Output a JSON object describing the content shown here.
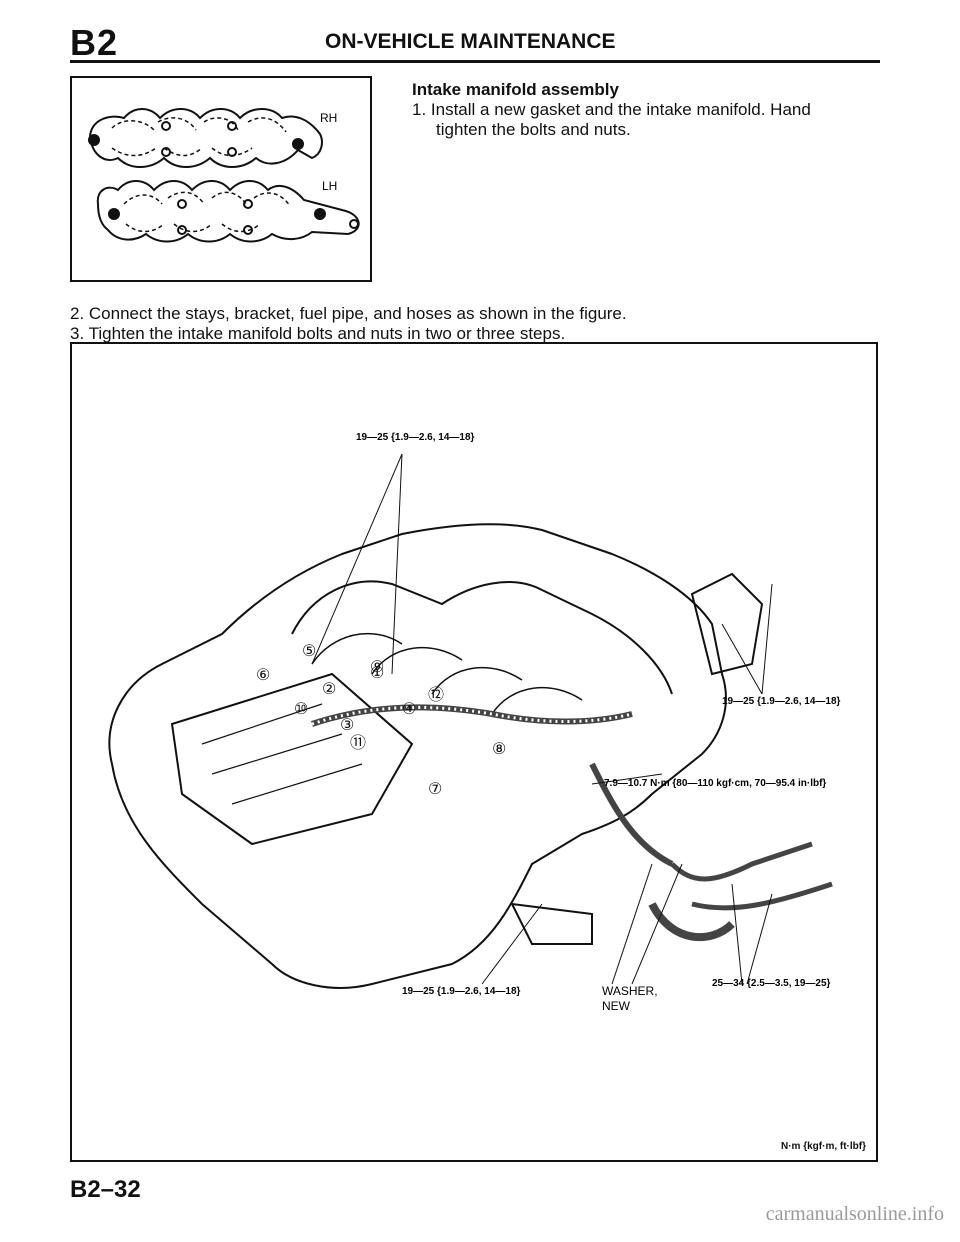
{
  "header": {
    "section_code": "B2",
    "title": "ON-VEHICLE MAINTENANCE"
  },
  "gasket_figure": {
    "label_rh": "RH",
    "label_lh": "LH"
  },
  "intake": {
    "heading": "Intake manifold assembly",
    "step1": "1. Install a new gasket and the intake manifold. Hand tighten the bolts and nuts."
  },
  "steps": {
    "step2": "2. Connect the stays, bracket, fuel pipe, and hoses as shown in the figure.",
    "step3": "3. Tighten the intake manifold bolts and nuts in two or three steps."
  },
  "engine_figure": {
    "torque_top": "19—25 {1.9—2.6, 14—18}",
    "torque_right": "19—25 {1.9—2.6, 14—18}",
    "torque_small": "7.9—10.7 N·m {80—110 kgf·cm, 70—95.4 in·lbf}",
    "torque_bottom": "19—25 {1.9—2.6, 14—18}",
    "torque_bottom_right": "25—34 {2.5—3.5, 19—25}",
    "washer_line1": "WASHER,",
    "washer_line2": "NEW",
    "units": "N·m {kgf·m, ft·lbf}",
    "sequence": [
      "①",
      "②",
      "③",
      "④",
      "⑤",
      "⑥",
      "⑦",
      "⑧",
      "⑨",
      "⑩",
      "⑪",
      "⑫"
    ]
  },
  "footer": {
    "page_number": "B2–32",
    "watermark": "carmanualsonline.info"
  }
}
